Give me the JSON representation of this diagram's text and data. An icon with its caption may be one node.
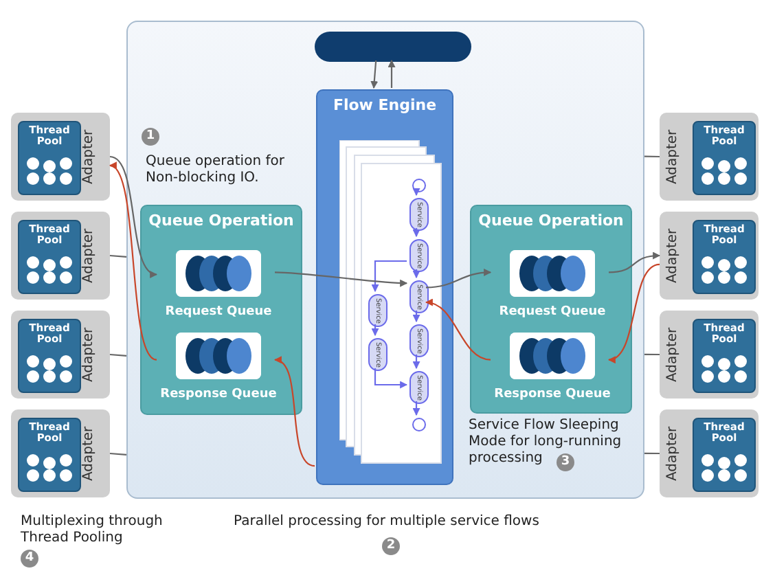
{
  "diagram": {
    "nodes": [
      {
        "text": [],
        "shape": "box"
      },
      {
        "text": [],
        "shape": "box",
        "in": 0
      },
      {
        "text": [
          "Flow Engine"
        ],
        "in": 0
      },
      {
        "text": [],
        "shape": "circle",
        "in": 2
      },
      {
        "text": [
          "Service"
        ],
        "in": 2
      },
      {
        "text": [
          "Service"
        ],
        "in": 2
      },
      {
        "text": [
          "Service"
        ],
        "in": 2
      },
      {
        "text": [
          "Service"
        ],
        "in": 2
      },
      {
        "text": [
          "Service"
        ],
        "in": 2
      },
      {
        "text": [
          "Service"
        ],
        "in": 2
      },
      {
        "text": [
          "Service"
        ],
        "in": 2
      },
      {
        "text": [],
        "shape": "circle",
        "in": 2
      },
      {
        "text": [
          "Queue Operation"
        ],
        "in": 0
      },
      {
        "text": [
          "Request Queue"
        ],
        "in": 12
      },
      {
        "text": [
          "Response Queue"
        ],
        "in": 12
      },
      {
        "text": [
          "Queue Operation"
        ],
        "in": 0
      },
      {
        "text": [
          "Request Queue"
        ],
        "in": 15
      },
      {
        "text": [
          "Response Queue"
        ],
        "in": 15
      },
      {
        "text": [
          "Thread Pool",
          "Adapter"
        ]
      },
      {
        "text": [
          "Thread Pool",
          "Adapter"
        ]
      },
      {
        "text": [
          "Thread Pool",
          "Adapter"
        ]
      },
      {
        "text": [
          "Thread Pool",
          "Adapter"
        ]
      },
      {
        "text": [
          "Thread Pool",
          "Adapter"
        ]
      },
      {
        "text": [
          "Thread Pool",
          "Adapter"
        ]
      },
      {
        "text": [
          "Thread Pool",
          "Adapter"
        ]
      },
      {
        "text": [
          "Thread Pool",
          "Adapter"
        ]
      }
    ],
    "edges": [
      {
        "from": 1,
        "to": 2,
        "arrow": "to"
      },
      {
        "from": 2,
        "to": 1,
        "arrow": "to"
      },
      {
        "from": 3,
        "to": 4,
        "arrow": "to",
        "color": "#6b6bea"
      },
      {
        "from": 4,
        "to": 5,
        "arrow": "to",
        "color": "#6b6bea"
      },
      {
        "from": 5,
        "to": 6,
        "arrow": "to",
        "color": "#6b6bea"
      },
      {
        "from": 6,
        "to": 7,
        "arrow": "to",
        "color": "#6b6bea"
      },
      {
        "from": 7,
        "to": 8,
        "arrow": "to",
        "color": "#6b6bea"
      },
      {
        "from": 8,
        "to": 11,
        "arrow": "to",
        "color": "#6b6bea"
      },
      {
        "from": 5,
        "to": 9,
        "arrow": "to",
        "color": "#6b6bea"
      },
      {
        "from": 9,
        "to": 10,
        "arrow": "to",
        "color": "#6b6bea"
      },
      {
        "from": 10,
        "to": 8,
        "arrow": "to",
        "color": "#6b6bea"
      },
      {
        "from": 18,
        "to": 13,
        "arrow": "to"
      },
      {
        "from": 13,
        "to": 6,
        "arrow": "to"
      },
      {
        "from": 2,
        "to": 14,
        "arrow": "to",
        "color": "#c8462a"
      },
      {
        "from": 14,
        "to": 18,
        "arrow": "to",
        "color": "#c8462a"
      },
      {
        "from": 6,
        "to": 16,
        "arrow": "to"
      },
      {
        "from": 16,
        "to": 23,
        "arrow": "to"
      },
      {
        "from": 23,
        "to": 17,
        "arrow": "to",
        "color": "#c8462a"
      },
      {
        "from": 17,
        "to": 6,
        "arrow": "to",
        "color": "#c8462a"
      },
      {
        "from": 19,
        "to": 0,
        "arrow": "none"
      },
      {
        "from": 20,
        "to": 0,
        "arrow": "none"
      },
      {
        "from": 21,
        "to": 0,
        "arrow": "none"
      },
      {
        "from": 0,
        "to": 22,
        "arrow": "none"
      },
      {
        "from": 0,
        "to": 24,
        "arrow": "none"
      },
      {
        "from": 0,
        "to": 25,
        "arrow": "none"
      }
    ],
    "labels": [
      "1",
      "Queue operation for Non-blocking IO.",
      "Service Flow Sleeping Mode for long-running processing",
      "3",
      "Multiplexing through Thread Pooling",
      "4",
      "Parallel processing for multiple service flows",
      "2"
    ]
  }
}
